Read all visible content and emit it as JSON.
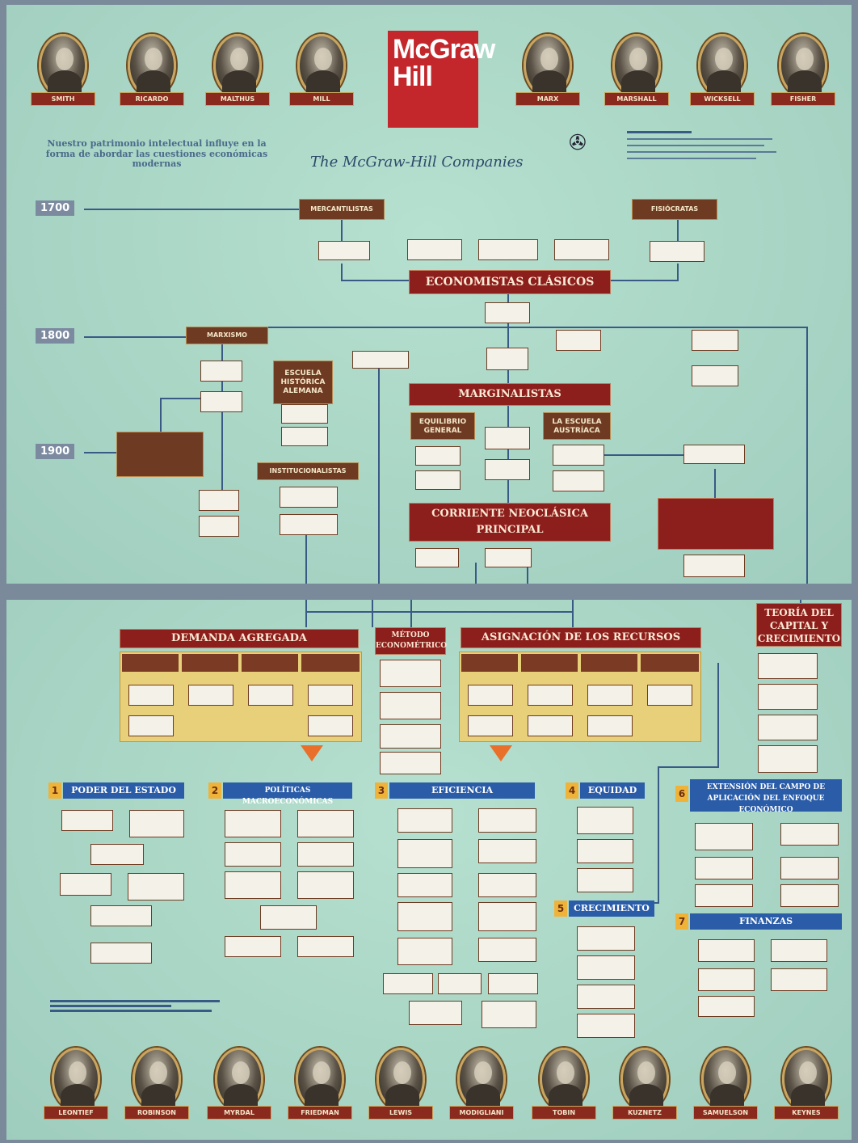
{
  "top": {
    "portraits_left": [
      "SMITH",
      "RICARDO",
      "MALTHUS",
      "MILL"
    ],
    "portraits_right": [
      "MARX",
      "MARSHALL",
      "WICKSELL",
      "FISHER"
    ],
    "logo": "McGraw Hill",
    "tagline": "Nuestro patrimonio intelectual influye en la forma de abordar las cuestiones económicas modernas",
    "company": "The McGraw-Hill Companies",
    "years": [
      "1700",
      "1800",
      "1900"
    ],
    "nodes": {
      "mercantilistas": "MERCANTILISTAS",
      "fisiocratas": "FISIÓCRATAS",
      "clasicos": "ECONOMISTAS CLÁSICOS",
      "marxismo": "MARXISMO",
      "escuela_historica": "ESCUELA HISTÓRICA ALEMANA",
      "marginalistas": "MARGINALISTAS",
      "equilibrio": "EQUILIBRIO GENERAL",
      "escuela_austriaca": "LA ESCUELA AUSTRÍACA",
      "neoclasica": "CORRIENTE NEOCLÁSICA PRINCIPAL",
      "institucionalistas": "INSTITUCIONALISTAS"
    }
  },
  "bottom": {
    "headers": {
      "demanda": "DEMANDA AGREGADA",
      "metodo": "MÉTODO ECONOMÉTRICO",
      "asignacion": "ASIGNACIÓN DE LOS RECURSOS",
      "capital": "TEORÍA DEL CAPITAL Y CRECIMIENTO"
    },
    "sections": [
      {
        "num": "1",
        "label": "PODER DEL ESTADO"
      },
      {
        "num": "2",
        "label": "POLÍTICAS MACROECONÓMICAS"
      },
      {
        "num": "3",
        "label": "EFICIENCIA"
      },
      {
        "num": "4",
        "label": "EQUIDAD"
      },
      {
        "num": "5",
        "label": "CRECIMIENTO"
      },
      {
        "num": "6",
        "label": "EXTENSIÓN DEL CAMPO DE APLICACIÓN DEL ENFOQUE ECONÓMICO"
      },
      {
        "num": "7",
        "label": "FINANZAS"
      }
    ],
    "portraits": [
      "LEONTIEF",
      "ROBINSON",
      "MYRDAL",
      "FRIEDMAN",
      "LEWIS",
      "MODIGLIANI",
      "TOBIN",
      "KUZNETZ",
      "SAMUELSON",
      "KEYNES"
    ]
  },
  "colors": {
    "background": "#a9d6c6",
    "accent_red": "#8c1f1c",
    "accent_blue": "#2a5ca8",
    "accent_brown": "#6e3b22"
  }
}
